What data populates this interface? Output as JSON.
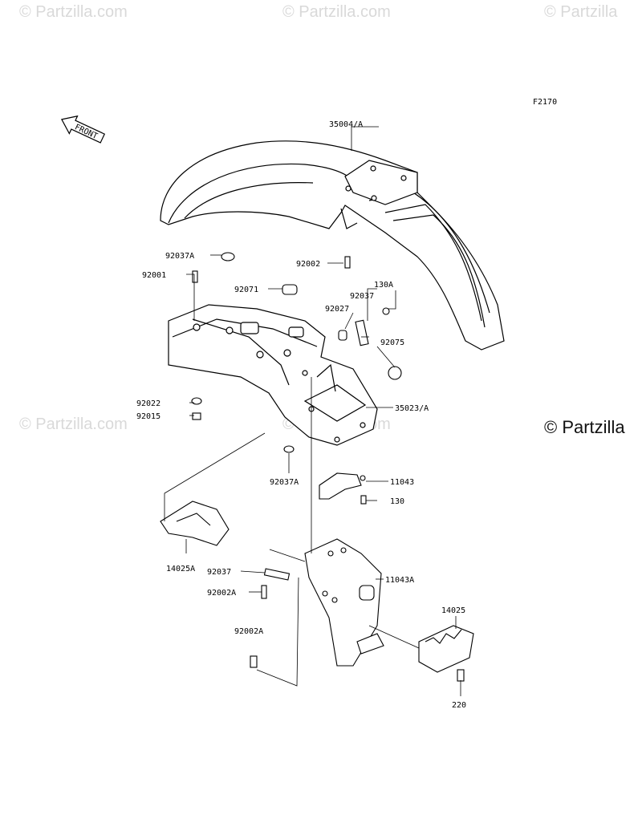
{
  "watermarks": {
    "top_left": "© Partzilla.com",
    "top_center": "© Partzilla.com",
    "top_right": "© Partzilla",
    "mid_left": "© Partzilla.com",
    "mid_center": "© Partzilla.com",
    "mid_right": "© Partzilla"
  },
  "figure_code": "F2170",
  "front_arrow": "FRONT",
  "labels": {
    "rear_fender_top": "35004/A",
    "bolt_92002_top": "92002",
    "cap_92037A_top": "92037A",
    "bolt_92001": "92001",
    "grommet_92071": "92071",
    "nut_130A": "130A",
    "clip_92037": "92037",
    "collar_92027": "92027",
    "grommet_92075": "92075",
    "washer_92022": "92022",
    "nut_92015": "92015",
    "rear_fender_bottom": "35023/A",
    "cap_92037A_bottom": "92037A",
    "bracket_11043": "11043",
    "bolt_130": "130",
    "cover_14025A": "14025A",
    "clip_92037_lower": "92037",
    "bolt_92002A_1": "92002A",
    "bracket_11043A": "11043A",
    "block_14025": "14025",
    "bolt_92002A_2": "92002A",
    "bolt_220": "220"
  }
}
